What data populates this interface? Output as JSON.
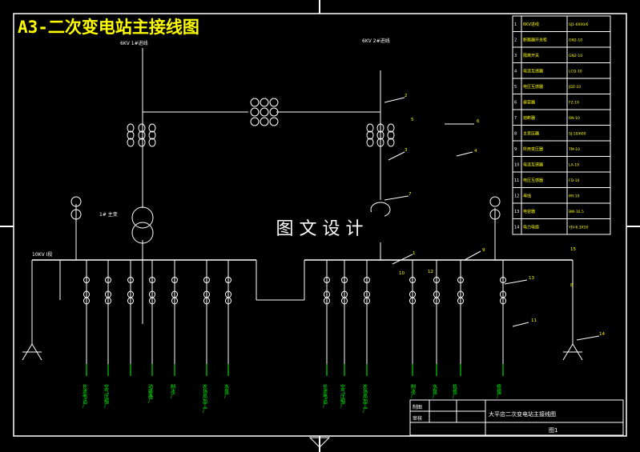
{
  "title": "A3-二次变电站主接线图",
  "watermark": "图 文 设 计",
  "incoming_left": "6KV 1#进线",
  "incoming_right": "6KV 2#进线",
  "transformer_label": "1# 主变",
  "bus_left": "10KV Ⅰ段",
  "feeders": [
    "长途电话厂",
    "空气压缩厂",
    "动输路厂",
    "制冰厂",
    "农场局加工厂",
    "水泵厂",
    "长途电话厂",
    "空气压缩厂",
    "农场局加工厂",
    "制冰厂",
    "水泵厂",
    "机修厂",
    "修理厂"
  ],
  "callouts": [
    "1",
    "2",
    "3",
    "4",
    "5",
    "6",
    "7",
    "8",
    "9",
    "10",
    "11",
    "12",
    "13",
    "14",
    "15"
  ],
  "legend": {
    "numbers": [
      "1",
      "2",
      "3",
      "4",
      "5",
      "6",
      "7",
      "8",
      "9",
      "10",
      "11",
      "12",
      "13",
      "14"
    ],
    "names": [
      "6KV进线",
      "断路器开关柜",
      "隔离开关",
      "电流互感器",
      "电压互感器",
      "避雷器",
      "熔断器",
      "主变压器",
      "所用变压器",
      "电流互感器",
      "电压互感器",
      "母线",
      "电容器",
      "电力电缆"
    ],
    "models": [
      "SJ1-6000/6",
      "GN2-10",
      "GN2-10",
      "LCQ-10",
      "JDZ-10",
      "FZ-10",
      "RN-10",
      "SJ-10/600",
      "TM-10",
      "LA-10",
      "FD-10",
      "MY-10",
      "BW-10.5",
      "YJV-6.3X50"
    ]
  },
  "titleblock": {
    "draw": "制图",
    "check": "审核",
    "name": "大平店二次变电站主接线图",
    "drawing_no": "图1"
  },
  "colors": {
    "line": "#ffffff",
    "accent": "#ffff00",
    "label": "#00ff00",
    "frame": "#ffffff"
  }
}
